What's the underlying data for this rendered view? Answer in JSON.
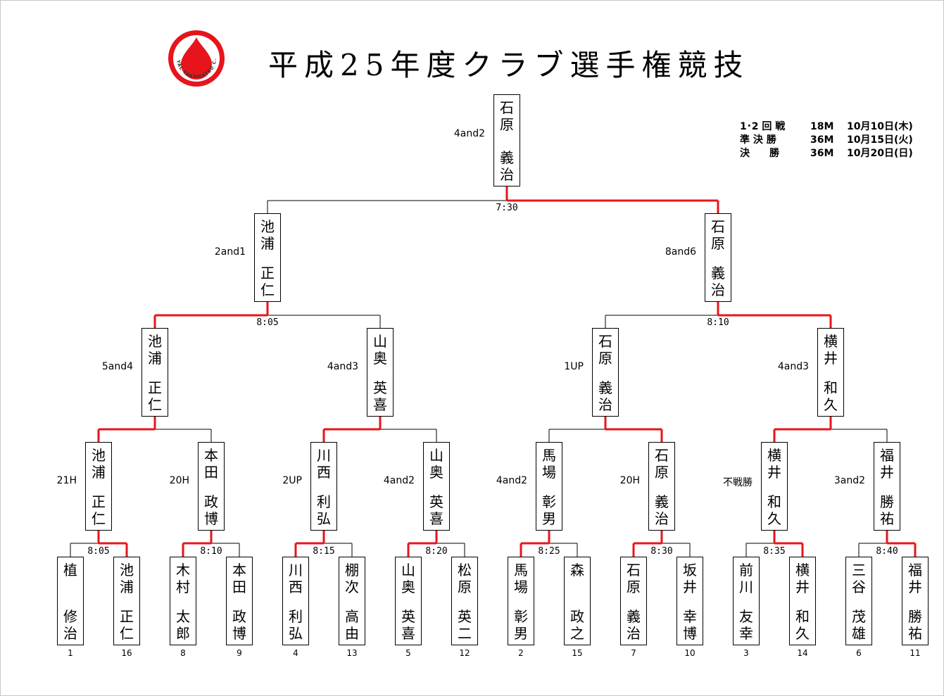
{
  "title": "平成25年度クラブ選手権競技",
  "logo_text": "ROYAL TAKAMATSU C.C.",
  "colors": {
    "winner_line": "#e8141b",
    "line": "#000000",
    "logo_red": "#e8141b"
  },
  "schedule": [
    {
      "round": "1･2 回 戦",
      "holes": "18M",
      "date": "10月10日(木)"
    },
    {
      "round": "準 決 勝",
      "holes": "36M",
      "date": "10月15日(火)"
    },
    {
      "round": "決　　勝",
      "holes": "36M",
      "date": "10月20日(日)"
    }
  ],
  "round1": [
    {
      "surname": "植",
      "given": "修治",
      "seed": "1"
    },
    {
      "surname": "池浦",
      "given": "正仁",
      "seed": "16"
    },
    {
      "surname": "木村",
      "given": "太郎",
      "seed": "8"
    },
    {
      "surname": "本田",
      "given": "政博",
      "seed": "9"
    },
    {
      "surname": "川西",
      "given": "利弘",
      "seed": "4"
    },
    {
      "surname": "棚次",
      "given": "高由",
      "seed": "13"
    },
    {
      "surname": "山奥",
      "given": "英喜",
      "seed": "5"
    },
    {
      "surname": "松原",
      "given": "英二",
      "seed": "12"
    },
    {
      "surname": "馬場",
      "given": "彰男",
      "seed": "2"
    },
    {
      "surname": "森",
      "given": "政之",
      "seed": "15"
    },
    {
      "surname": "石原",
      "given": "義治",
      "seed": "7"
    },
    {
      "surname": "坂井",
      "given": "幸博",
      "seed": "10"
    },
    {
      "surname": "前川",
      "given": "友幸",
      "seed": "3"
    },
    {
      "surname": "横井",
      "given": "和久",
      "seed": "14"
    },
    {
      "surname": "三谷",
      "given": "茂雄",
      "seed": "6"
    },
    {
      "surname": "福井",
      "given": "勝祐",
      "seed": "11"
    }
  ],
  "round2": [
    {
      "surname": "池浦",
      "given": "正仁",
      "result": "21H",
      "time": "8:05"
    },
    {
      "surname": "本田",
      "given": "政博",
      "result": "20H",
      "time": "8:10"
    },
    {
      "surname": "川西",
      "given": "利弘",
      "result": "2UP",
      "time": "8:15"
    },
    {
      "surname": "山奥",
      "given": "英喜",
      "result": "4and2",
      "time": "8:20"
    },
    {
      "surname": "馬場",
      "given": "彰男",
      "result": "4and2",
      "time": "8:25"
    },
    {
      "surname": "石原",
      "given": "義治",
      "result": "20H",
      "time": "8:30"
    },
    {
      "surname": "横井",
      "given": "和久",
      "result": "不戦勝",
      "time": "8:35"
    },
    {
      "surname": "福井",
      "given": "勝祐",
      "result": "3and2",
      "time": "8:40"
    }
  ],
  "round3": [
    {
      "surname": "池浦",
      "given": "正仁",
      "result": "5and4"
    },
    {
      "surname": "山奥",
      "given": "英喜",
      "result": "4and3"
    },
    {
      "surname": "石原",
      "given": "義治",
      "result": "1UP"
    },
    {
      "surname": "横井",
      "given": "和久",
      "result": "4and3"
    }
  ],
  "semifinal": [
    {
      "surname": "池浦",
      "given": "正仁",
      "result": "2and1",
      "time": "8:05"
    },
    {
      "surname": "石原",
      "given": "義治",
      "result": "8and6",
      "time": "8:10"
    }
  ],
  "final": {
    "surname": "石原",
    "given": "義治",
    "result": "4and2",
    "time": "7:30"
  }
}
